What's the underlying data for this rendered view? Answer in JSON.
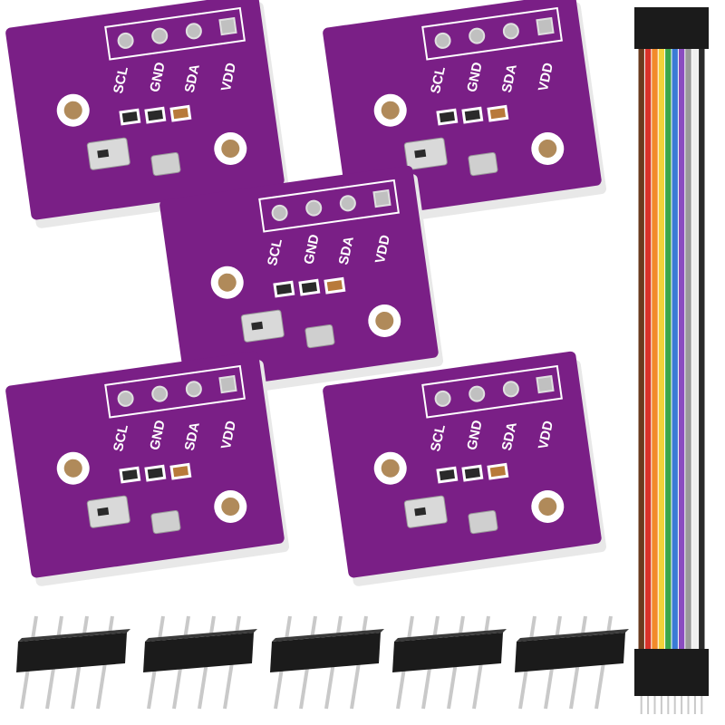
{
  "boards": [
    {
      "pins": [
        "SCL",
        "GND",
        "SDA",
        "VDD"
      ]
    },
    {
      "pins": [
        "SCL",
        "GND",
        "SDA",
        "VDD"
      ]
    },
    {
      "pins": [
        "SCL",
        "GND",
        "SDA",
        "VDD"
      ]
    },
    {
      "pins": [
        "SCL",
        "GND",
        "SDA",
        "VDD"
      ]
    },
    {
      "pins": [
        "SCL",
        "GND",
        "SDA",
        "VDD"
      ]
    }
  ],
  "header_strip_count": 5,
  "pins_per_header": 4,
  "cable": {
    "wire_count": 10,
    "wire_colors": [
      "#6a3b1f",
      "#d8322a",
      "#f28a2a",
      "#f2d23a",
      "#3aa64a",
      "#3a7bd5",
      "#8a4cc0",
      "#9a9a9a",
      "#f0f0f0",
      "#2a2a2a"
    ]
  },
  "colors": {
    "pcb": "#7a1f86",
    "pcb_edge": "#5a1266",
    "silkscreen": "#ffffff",
    "header_plastic": "#1b1b1b",
    "pin_metal": "#c9c9c9"
  }
}
